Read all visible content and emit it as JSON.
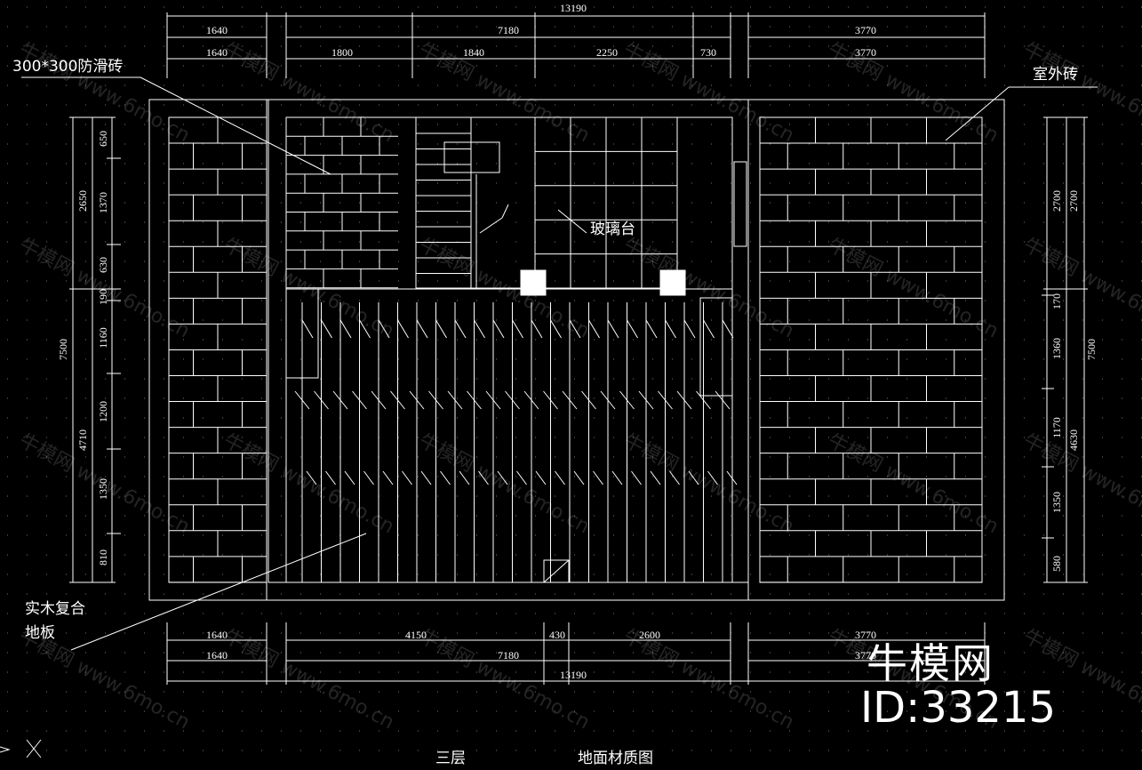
{
  "dims": {
    "top_total": "13190",
    "top_row1": [
      "1640",
      "7180",
      "3770"
    ],
    "top_row2": [
      "1640",
      "1800",
      "1840",
      "2250",
      "730",
      "3770"
    ],
    "bottom_row1": [
      "1640",
      "4150",
      "430",
      "2600",
      "3770"
    ],
    "bottom_row2": [
      "1640",
      "7180",
      "3770"
    ],
    "bottom_total": "13190",
    "left_outer": [
      "2650",
      "4710"
    ],
    "left_total": "7500",
    "left_inner": [
      "650",
      "1370",
      "630",
      "190",
      "1160",
      "1200",
      "1350",
      "810"
    ],
    "right_outer": [
      "2700",
      "4630"
    ],
    "right_total": "7500",
    "right_inner": [
      "2700",
      "170",
      "1360",
      "1170",
      "1350",
      "580"
    ]
  },
  "labels": {
    "tile_300": "300*300防滑砖",
    "outdoor_tile": "室外砖",
    "glass_platform": "玻璃台",
    "wood_floor_line1": "实木复合",
    "wood_floor_line2": "地板",
    "floor": "三层",
    "drawing_title": "地面材质图"
  },
  "watermark": {
    "brand": "牛模网",
    "id": "ID:33215",
    "site": "www.6mo.cn"
  }
}
